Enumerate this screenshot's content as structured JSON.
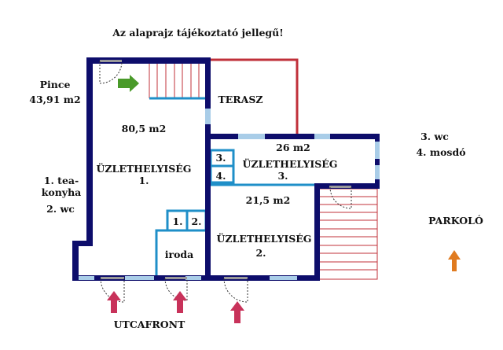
{
  "title": "Az alaprajz tájékoztató jellegű!",
  "left_labels": {
    "pince": "Pince",
    "pince_area": "43,91 m2",
    "tea_konyha_1": "1. tea-",
    "tea_konyha_2": "konyha",
    "wc": "2. wc"
  },
  "right_labels": {
    "wc": "3. wc",
    "mosdo": "4. mosdó",
    "parkolo": "PARKOLÓ"
  },
  "rooms": {
    "terasz": "TERASZ",
    "shop1_area": "80,5 m2",
    "shop1_name": "ÜZLETHELYISÉG",
    "shop1_num": "1.",
    "shop3_area": "26 m2",
    "shop3_name": "ÜZLETHELYISÉG",
    "shop3_num": "3.",
    "shop2_area": "21,5 m2",
    "shop2_name": "ÜZLETHELYISÉG",
    "shop2_num": "2.",
    "iroda": "iroda",
    "small1": "1.",
    "small2": "2.",
    "small3": "3.",
    "small4": "4."
  },
  "street": "UTCAFRONT",
  "colors": {
    "wall": "#0d0d6b",
    "inner": "#1f8fc8",
    "terrace": "#c0303a",
    "entry_arrow": "#c8325a",
    "parking_arrow": "#e07b20",
    "green_arrow": "#4a9a2a"
  }
}
